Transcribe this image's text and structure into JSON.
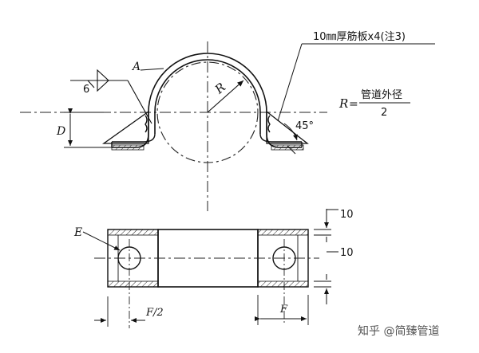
{
  "labels": {
    "plate_note": "10㎜厚筋板x4(注3)",
    "radius_symbol": "R",
    "radius_equals": "=",
    "radius_numerator": "管道外径",
    "radius_denominator": "2",
    "angle": "45°",
    "weld_size": "6",
    "label_a": "A",
    "label_d": "D",
    "label_e": "E",
    "dim_half_f": "F/2",
    "dim_f": "F",
    "dim_top": "10",
    "dim_bottom": "10",
    "watermark": "知乎 @简臻管道"
  }
}
